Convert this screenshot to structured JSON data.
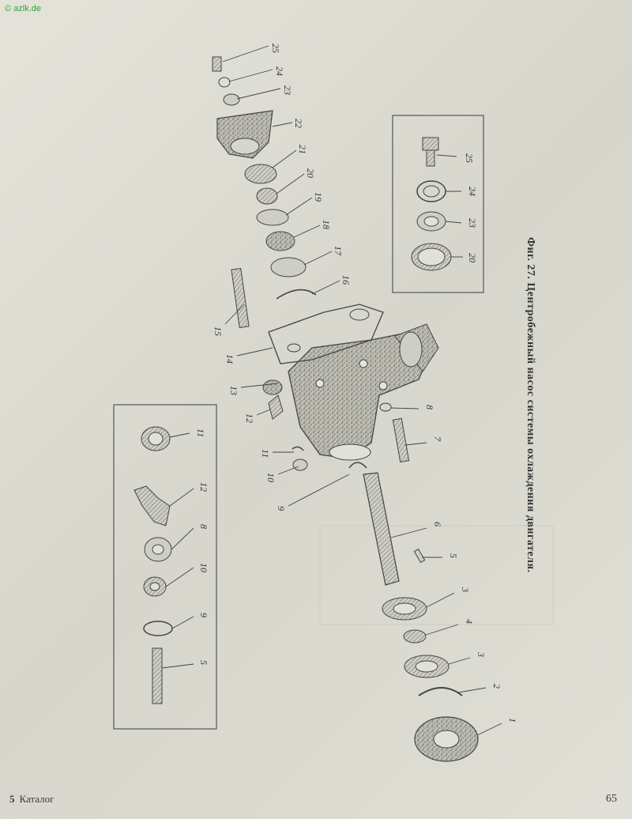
{
  "watermark": "© azlk.de",
  "footer": {
    "page_prefix": "5",
    "section": "Каталог",
    "page_number": "65"
  },
  "caption": "Фиг. 27. Центробежный насос системы охлаждения двигателя.",
  "labels": {
    "main": [
      "25",
      "24",
      "23",
      "22",
      "21",
      "20",
      "19",
      "18",
      "17",
      "16",
      "15",
      "14",
      "13",
      "12",
      "11",
      "10",
      "9",
      "8",
      "7",
      "6",
      "5",
      "4",
      "3",
      "3",
      "2",
      "1"
    ],
    "inset_right": [
      "25",
      "24",
      "23",
      "20"
    ],
    "inset_left": [
      "11",
      "12",
      "8",
      "10",
      "9",
      "5"
    ]
  }
}
